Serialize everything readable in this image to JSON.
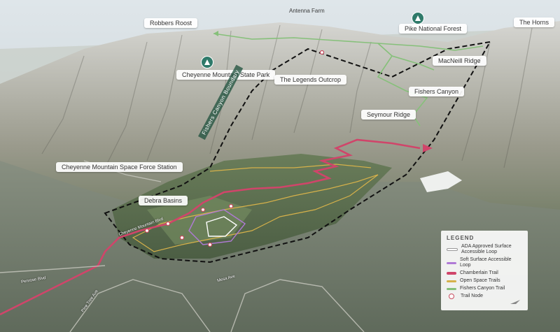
{
  "labels": {
    "antenna_farm": "Antenna Farm",
    "robbers_roost": "Robbers Roost",
    "pike_national_forest": "Pike National Forest",
    "the_horns": "The Horns",
    "cheyenne_mountain_state_park": "Cheyenne Mountain State Park",
    "macneill_ridge": "MacNeill Ridge",
    "legends_outcrop": "The Legends Outcrop",
    "fishers_canyon": "Fishers Canyon",
    "seymour_ridge": "Seymour Ridge",
    "fishers_canyon_boundary": "Fishers Canyon Boundary",
    "space_force_station": "Cheyenne Mountain Space Force Station",
    "debra_basins": "Debra Basins"
  },
  "roads": [
    "Cheyenne Mountain Blvd",
    "Penrose Blvd",
    "Mesa Ave",
    "Pine Tree Ave"
  ],
  "legend": {
    "title": "LEGEND",
    "items": [
      {
        "label": "ADA Approved Surface Accessible Loop",
        "color": "#ffffff"
      },
      {
        "label": "Soft Surface Accessible Loop",
        "color": "#b07ad6"
      },
      {
        "label": "Chamberlain Trail",
        "color": "#d0456a"
      },
      {
        "label": "Open Space Trails",
        "color": "#d6b14a"
      },
      {
        "label": "Fishers Canyon Trail",
        "color": "#86c07a"
      },
      {
        "label": "Trail Node",
        "color": "#c94d60"
      }
    ]
  },
  "colors": {
    "boundary": "#111111",
    "chamberlain": "#d0456a",
    "open_space": "#d6b14a",
    "fishers_trail": "#86c07a",
    "ada": "#ffffff",
    "soft_surface": "#b07ad6",
    "node": "#c94d60"
  }
}
